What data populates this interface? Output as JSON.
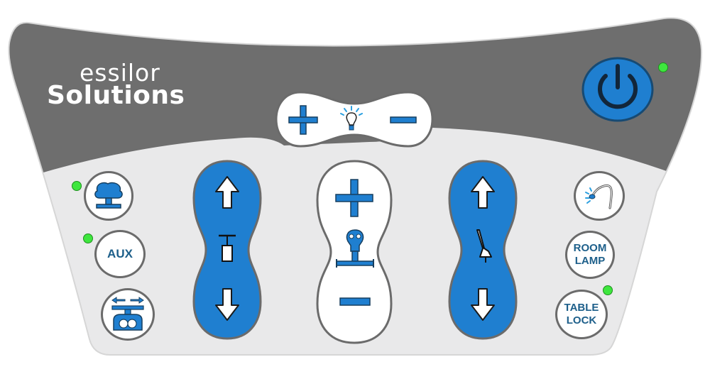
{
  "brand": {
    "line1": "essilor",
    "line2": "Solutions"
  },
  "buttons": {
    "aux_label": "AUX",
    "room_lamp_line1": "ROOM",
    "room_lamp_line2": "LAMP",
    "table_lock_line1": "TABLE",
    "table_lock_line2": "LOCK"
  },
  "icons": {
    "power": "power-icon",
    "light_plus": "plus-icon",
    "light_minus": "minus-icon",
    "bulb": "bulb-icon",
    "headrest": "headrest-icon",
    "instrument_arm": "instrument-arm-icon",
    "chair": "chair-icon",
    "backrest": "backrest-icon",
    "exam_lamp": "exam-lamp-icon",
    "table_slide": "table-slide-icon"
  },
  "colors": {
    "panel_top": "#6e6e6e",
    "panel_bottom": "#e9e9ea",
    "button_blue": "#1f7fd0",
    "icon_blue": "#1f7fd0",
    "outline": "#6b6b6b",
    "led_on": "#3ee63e",
    "text_blue": "#1d5f8a"
  },
  "indicators": {
    "power_led": "on",
    "headrest_led": "on",
    "aux_led": "on",
    "table_lock_led": "on"
  }
}
